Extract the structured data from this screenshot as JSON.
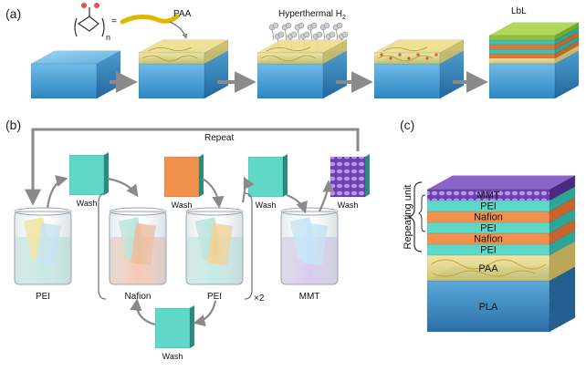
{
  "panels": {
    "a": "(a)",
    "b": "(b)",
    "c": "(c)"
  },
  "panel_a": {
    "polymer_label": "PAA",
    "formula_subscript": "n",
    "equals": "=",
    "hyperthermal_label": "Hyperthermal H",
    "hyperthermal_sub": "2",
    "lbl_label": "LbL"
  },
  "panel_b": {
    "repeat_label": "Repeat",
    "times_label": "×2",
    "beakers": [
      {
        "label": "PEI",
        "color": "#7fd0c4"
      },
      {
        "label": "Nafion",
        "color": "#e9865c"
      },
      {
        "label": "PEI",
        "color": "#7fd0c4"
      },
      {
        "label": "MMT",
        "color": "#a98ad8"
      }
    ],
    "wash_label": "Wash"
  },
  "panel_c": {
    "repeating_label": "Repeating unit",
    "layers": [
      "MMT",
      "PEI",
      "Nafion",
      "PEI",
      "Nafion",
      "PEI"
    ],
    "paa_label": "PAA",
    "pla_label": "PLA"
  },
  "colors": {
    "substrate": "#5aa7d8",
    "paa": "#e8d98a",
    "pei": "#5fd8c8",
    "nafion": "#f0924e",
    "mmt": "#7a50b8",
    "arrow": "#8a8a8a"
  }
}
